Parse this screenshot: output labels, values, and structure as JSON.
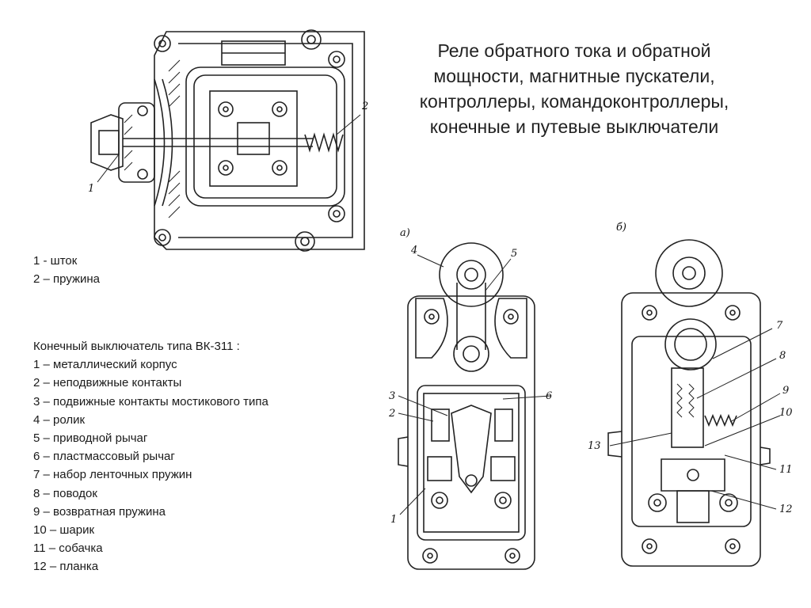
{
  "title_lines": [
    "Реле обратного тока и обратной",
    "мощности, магнитные пускатели,",
    "контроллеры, командоконтроллеры,",
    "конечные и путевые выключатели"
  ],
  "legend_top": [
    "1 - шток",
    "2 – пружина"
  ],
  "legend_bottom": {
    "heading": "Конечный выключатель типа ВК-311 :",
    "items": [
      "1 – металлический корпус",
      "2 – неподвижные контакты",
      "3 – подвижные контакты мостикового типа",
      "4 – ролик",
      "5 – приводной рычаг",
      "6 – пластмассовый рычаг",
      "7 – набор ленточных пружин",
      "8 – поводок",
      "9 – возвратная пружина",
      "10 – шарик",
      "11 – собачка",
      "12 – планка"
    ]
  },
  "drawing_top_labels": [
    "1",
    "2"
  ],
  "drawing_a": {
    "caption": "а)",
    "labels": [
      "4",
      "5",
      "3",
      "6",
      "2",
      "1"
    ]
  },
  "drawing_b": {
    "caption": "б)",
    "labels": [
      "7",
      "8",
      "9",
      "10",
      "13",
      "11",
      "12"
    ]
  }
}
